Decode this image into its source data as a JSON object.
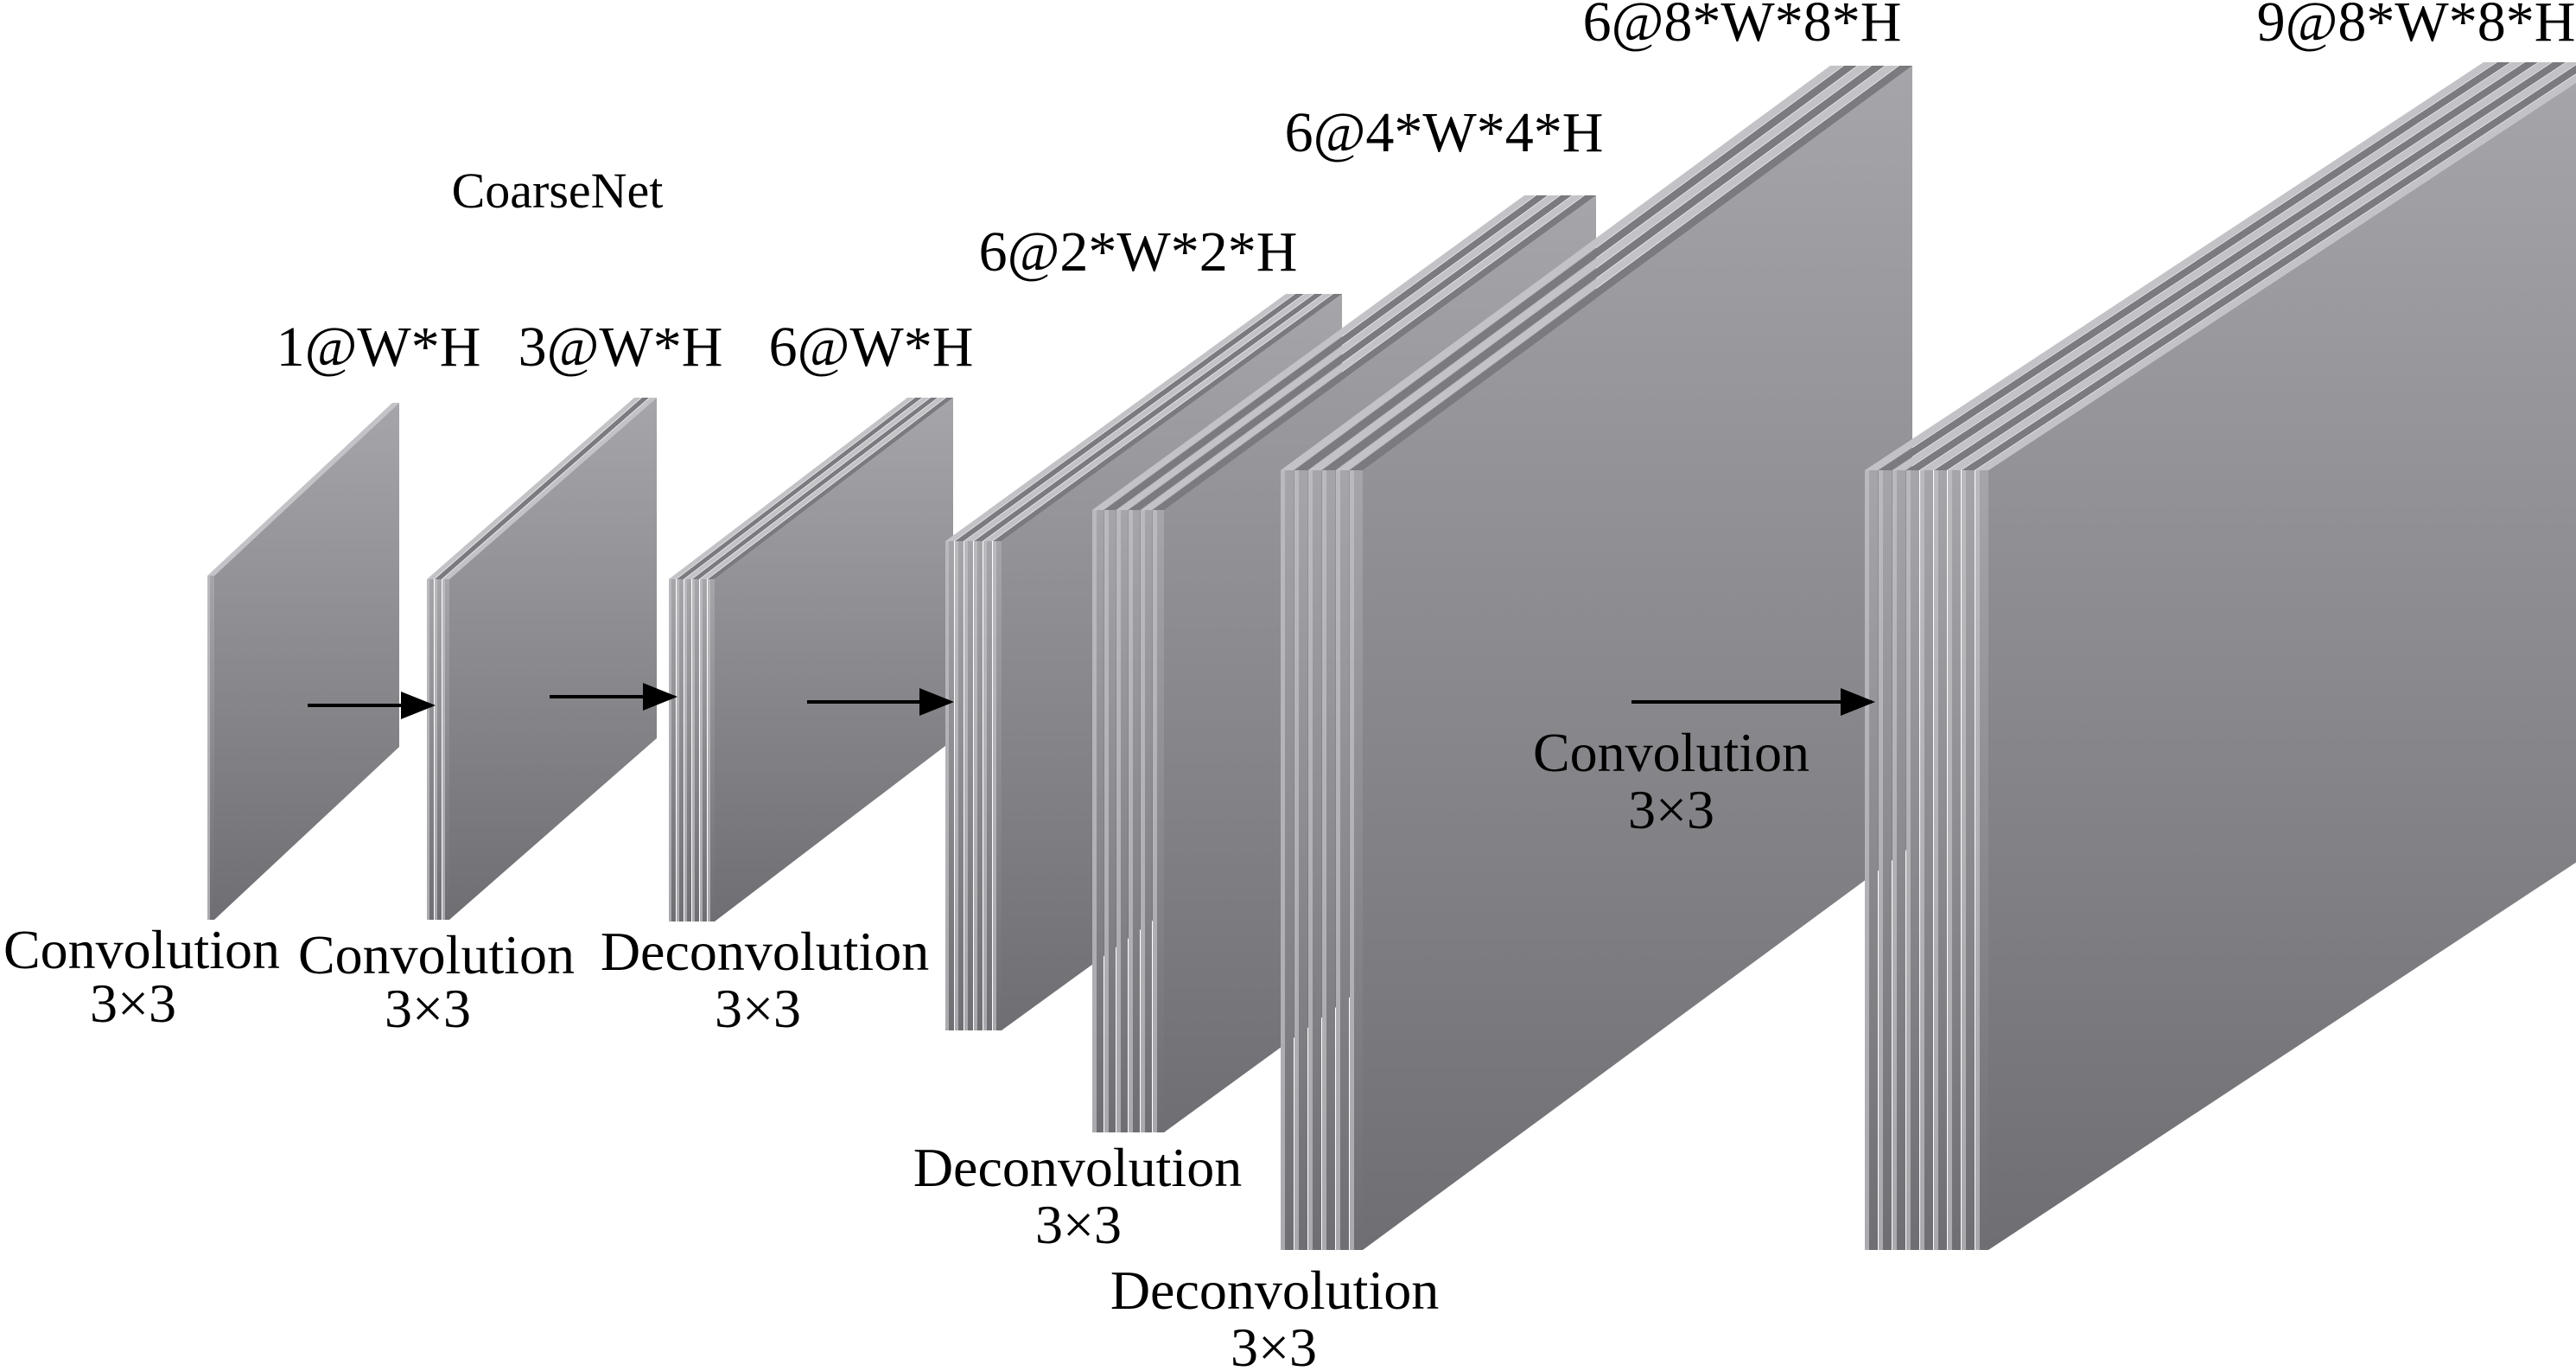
{
  "title": "CoarseNet",
  "colors": {
    "face_top": "#a6a6aa",
    "face_bottom": "#6f6e73",
    "edge_light": "#c3c3c7",
    "edge_dark": "#7a7a7f",
    "arrow": "#000000"
  },
  "layers": [
    {
      "id": "l1",
      "label": "1@W*H",
      "channels": 1
    },
    {
      "id": "l2",
      "label": "3@W*H",
      "channels": 3
    },
    {
      "id": "l3",
      "label": "6@W*H",
      "channels": 6
    },
    {
      "id": "l4",
      "label": "6@2*W*2*H",
      "channels": 6
    },
    {
      "id": "l5",
      "label": "6@4*W*4*H",
      "channels": 6
    },
    {
      "id": "l6",
      "label": "6@8*W*8*H",
      "channels": 6
    },
    {
      "id": "l7",
      "label": "9@8*W*8*H",
      "channels": 9
    }
  ],
  "operations": [
    {
      "op": "Convolution",
      "kernel": "3×3"
    },
    {
      "op": "Convolution",
      "kernel": "3×3"
    },
    {
      "op": "Deconvolution",
      "kernel": "3×3"
    },
    {
      "op": "Deconvolution",
      "kernel": "3×3"
    },
    {
      "op": "Deconvolution",
      "kernel": "3×3"
    },
    {
      "op": "Convolution",
      "kernel": "3×3"
    }
  ]
}
